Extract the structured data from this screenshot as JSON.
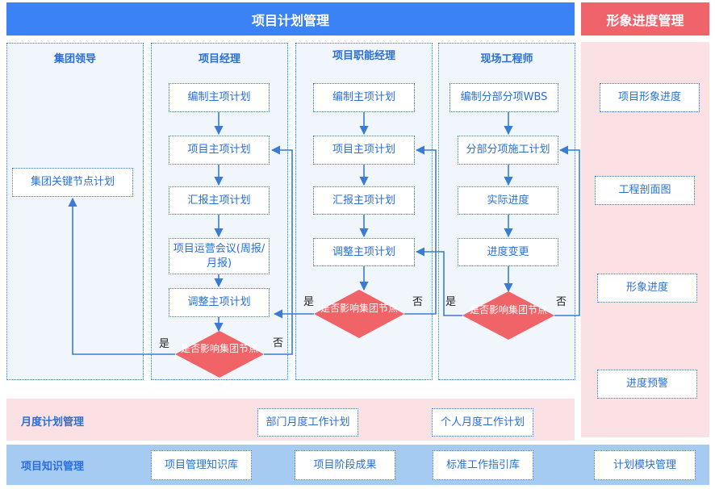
{
  "header": {
    "main_title": "项目计划管理",
    "side_title": "形象进度管理"
  },
  "lanes": {
    "group_leader": {
      "title": "集团领导",
      "key_node_plan": "集团关键节点计划"
    },
    "project_manager": {
      "title": "项目经理",
      "compile_plan": "编制主项计划",
      "main_plan": "项目主项计划",
      "report_plan": "汇报主项计划",
      "ops_meeting": "项目运营会议(周报/月报)",
      "adjust_plan": "调整主项计划",
      "decision": "是否影响集团节点"
    },
    "functional_manager": {
      "title": "项目职能经理",
      "compile_plan": "编制主项计划",
      "main_plan": "项目主项计划",
      "report_plan": "汇报主项计划",
      "adjust_plan": "调整主项计划",
      "decision": "是否影响集团节点"
    },
    "site_engineer": {
      "title": "现场工程师",
      "compile_wbs": "编制分部分项WBS",
      "construction_plan": "分部分项施工计划",
      "actual_progress": "实际进度",
      "progress_change": "进度变更",
      "decision": "是否影响集团节点"
    }
  },
  "labels": {
    "yes": "是",
    "no": "否"
  },
  "progress_panel": {
    "items": [
      "项目形象进度",
      "工程剖面图",
      "形象进度",
      "进度预警"
    ]
  },
  "monthly": {
    "title": "月度计划管理",
    "items": [
      "部门月度工作计划",
      "个人月度工作计划"
    ]
  },
  "knowledge": {
    "title": "项目知识管理",
    "items": [
      "项目管理知识库",
      "项目阶段成果",
      "标准工作指引库",
      "计划模块管理"
    ]
  },
  "colors": {
    "primary": "#3a7bd5",
    "header_blue": "#3b82f6",
    "header_red": "#f0636a",
    "diamond": "#f06468",
    "pink_bg": "#fbe0e4",
    "knowledge_bg": "#a6cbf3"
  }
}
